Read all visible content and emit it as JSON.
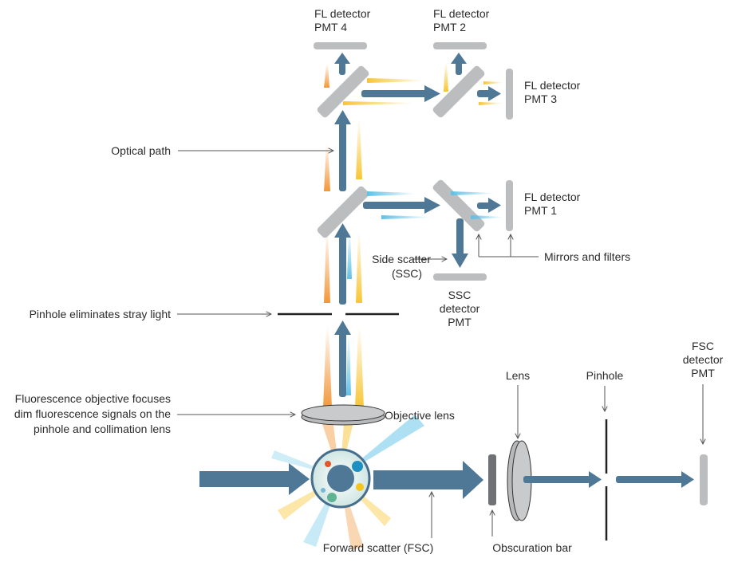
{
  "title": "Flow cytometer optical layout",
  "colors": {
    "beam": "#4f7896",
    "mirror": "#bcbdbf",
    "dark_bar": "#6f7174",
    "orange": "#f2973a",
    "yellow": "#f7c534",
    "cyan": "#5ec2e6",
    "line": "#555555"
  },
  "labels": {
    "pmt4": [
      "FL detector",
      "PMT 4"
    ],
    "pmt2": [
      "FL detector",
      "PMT 2"
    ],
    "pmt3": [
      "FL detector",
      "PMT 3"
    ],
    "pmt1": [
      "FL detector",
      "PMT 1"
    ],
    "ssc_detector": [
      "SSC",
      "detector",
      "PMT"
    ],
    "fsc_detector": [
      "FSC",
      "detector",
      "PMT"
    ],
    "optical_path": "Optical path",
    "side_scatter": [
      "Side scatter",
      "(SSC)"
    ],
    "mirrors_filters": "Mirrors and filters",
    "pinhole_stray": "Pinhole eliminates stray light",
    "fluor_objective": [
      "Fluorescence objective focuses",
      "dim fluorescence signals on the",
      "pinhole and collimation lens"
    ],
    "objective_lens": "Objective lens",
    "lens": "Lens",
    "pinhole": "Pinhole",
    "forward_scatter": "Forward scatter (FSC)",
    "obscuration_bar": "Obscuration bar"
  }
}
